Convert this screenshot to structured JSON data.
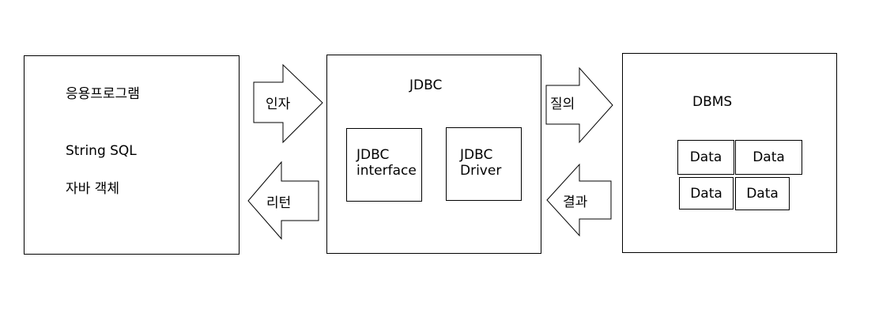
{
  "app_box": {
    "title": "응용프로그램",
    "line1": "String SQL",
    "line2": "자바 객체"
  },
  "jdbc_box": {
    "title": "JDBC",
    "interface_line1": "JDBC",
    "interface_line2": "interface",
    "driver_line1": "JDBC",
    "driver_line2": "Driver"
  },
  "dbms_box": {
    "title": "DBMS",
    "cells": [
      "Data",
      "Data",
      "Data",
      "Data"
    ]
  },
  "arrows": {
    "argument": "인자",
    "return": "리턴",
    "query": "질의",
    "result": "결과"
  }
}
